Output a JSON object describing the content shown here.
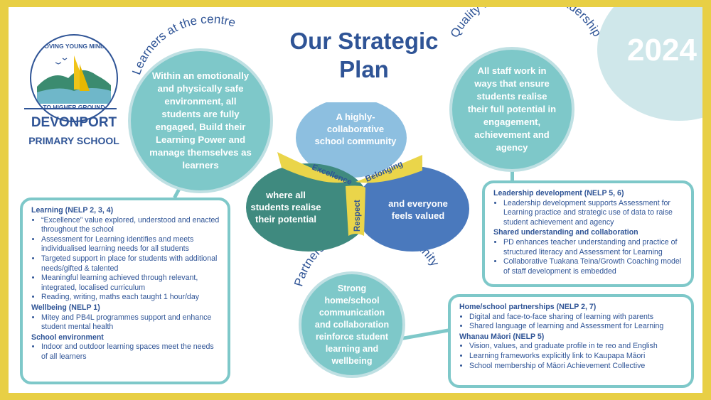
{
  "year": "2024",
  "title": "Our Strategic Plan",
  "logo": {
    "top_text": "MOVING YOUNG MINDS",
    "bottom_text": "TO HIGHER GROUND"
  },
  "school": {
    "name": "DEVONPORT",
    "subtitle": "PRIMARY SCHOOL"
  },
  "pillars": {
    "learners": {
      "label": "Learners at the centre",
      "text": "Within an emotionally and physically safe environment, all students are fully engaged, Build their Learning Power and manage themselves as learners"
    },
    "teaching": {
      "label": "Quality teaching and leadership",
      "text": "All staff work in ways that ensure students realise their full potential in engagement, achievement and agency"
    },
    "partnership": {
      "label": "Partnership with our community",
      "text": "Strong home/school communication and collaboration reinforce student learning and wellbeing"
    }
  },
  "venn": {
    "top": "A highly-collaborative school community",
    "left": "where all students realise their potential",
    "right": "and everyone feels valued",
    "values": [
      "Excellence",
      "Belonging",
      "Respect"
    ]
  },
  "learning_panel": {
    "sections": [
      {
        "heading": "Learning (NELP 2, 3, 4)",
        "items": [
          "“Excellence” value explored, understood and enacted throughout the school",
          "Assessment for Learning identifies and meets individualised learning needs for all students",
          "Targeted support in place for students with additional needs/gifted & talented",
          "Meaningful learning achieved through relevant, integrated, localised curriculum",
          "Reading, writing, maths each taught 1 hour/day"
        ]
      },
      {
        "heading": "Wellbeing (NELP 1)",
        "items": [
          "Mitey and PB4L programmes support and enhance student mental health"
        ]
      },
      {
        "heading": "School environment",
        "items": [
          "Indoor and outdoor learning spaces meet the needs of all learners"
        ]
      }
    ]
  },
  "leadership_panel": {
    "sections": [
      {
        "heading": "Leadership development (NELP 5, 6)",
        "items": [
          "Leadership development supports Assessment for Learning practice and strategic use of data to raise student achievement and agency"
        ]
      },
      {
        "heading": "Shared understanding and collaboration",
        "items": [
          "PD enhances teacher understanding and practice of structured literacy and Assessment for Learning",
          "Collaborative Tuakana Teina/Growth Coaching model of staff development is embedded"
        ]
      }
    ]
  },
  "partnership_panel": {
    "sections": [
      {
        "heading": "Home/school partnerships (NELP 2, 7)",
        "items": [
          "Digital and face-to-face sharing of learning with parents",
          "Shared language of learning and Assessment for Learning"
        ]
      },
      {
        "heading": "Whanau Māori (NELP 5)",
        "items": [
          "Vision, values, and graduate profile in te reo and English",
          "Learning frameworks explicitly link to Kaupapa Māori",
          "School membership of Māori Achievement Collective"
        ]
      }
    ]
  },
  "colors": {
    "border_yellow": "#e8cf45",
    "navy": "#2f5496",
    "teal": "#7ec8c9",
    "venn_top": "#8dbfe0",
    "venn_left": "#3f8a7f",
    "venn_right": "#4a79bd",
    "ribbon": "#ead54a"
  }
}
